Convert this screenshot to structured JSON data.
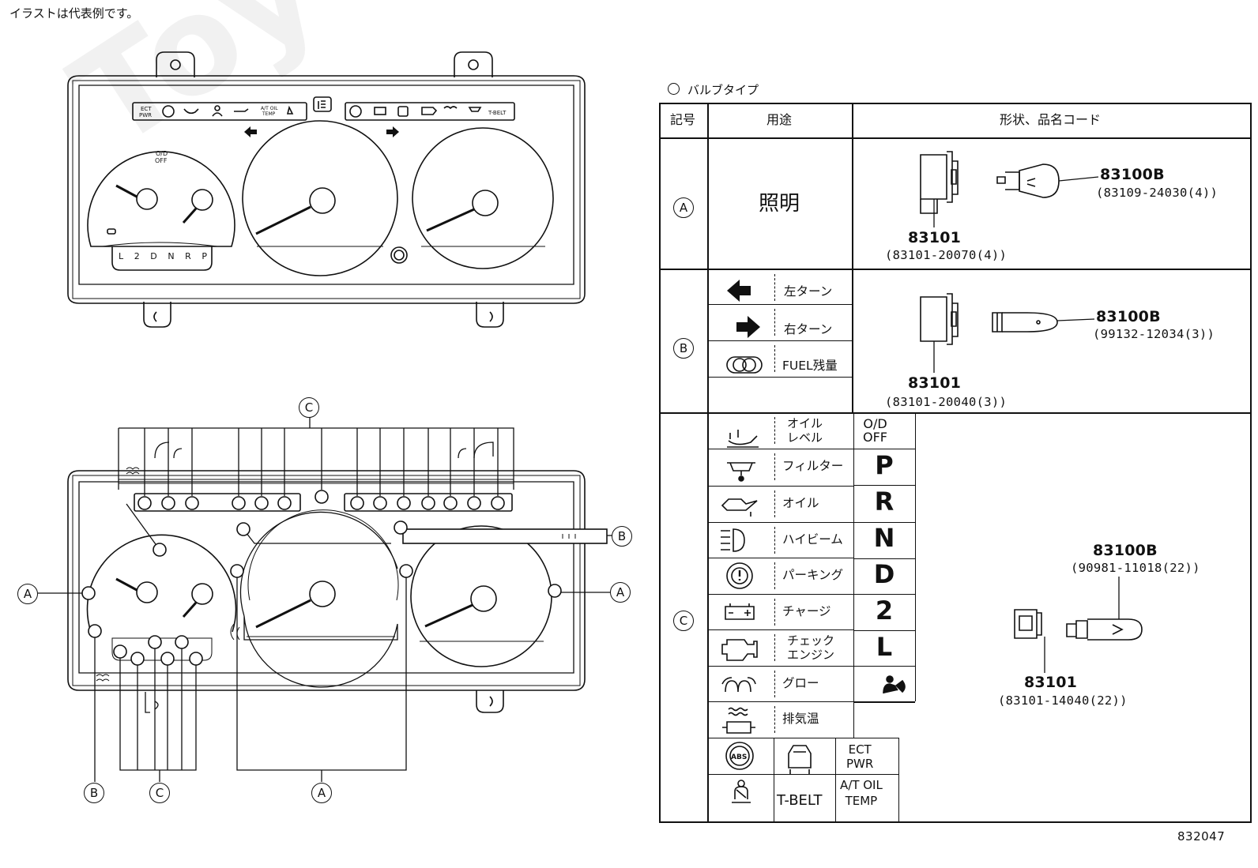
{
  "note": "イラストは代表例です。",
  "doc_number": "832047",
  "legend": "バルブタイプ",
  "table": {
    "headers": {
      "symbol": "記号",
      "usage": "用途",
      "shape": "形状、品名コード"
    },
    "row_a": {
      "symbol": "A",
      "usage": "照明",
      "socket_part": "83101",
      "socket_code": "(83101-20070(4))",
      "bulb_part": "83100B",
      "bulb_code": "(83109-24030(4))"
    },
    "row_b": {
      "symbol": "B",
      "items": [
        "左ターン",
        "右ターン",
        "FUEL残量"
      ],
      "socket_part": "83101",
      "socket_code": "(83101-20040(3))",
      "bulb_part": "83100B",
      "bulb_code": "(99132-12034(3))"
    },
    "row_c": {
      "symbol": "C",
      "items": [
        "オイル\nレベル",
        "フィルター",
        "オイル",
        "ハイビーム",
        "パーキング",
        "チャージ",
        "チェック\nエンジン",
        "グロー",
        "排気温"
      ],
      "indicators": [
        "O/D\nOFF",
        "P",
        "R",
        "N",
        "D",
        "2",
        "L"
      ],
      "bottom_labels": [
        "ECT\nPWR",
        "T-BELT",
        "A/T OIL\nTEMP"
      ],
      "socket_part": "83101",
      "socket_code": "(83101-14040(22))",
      "bulb_part": "83100B",
      "bulb_code": "(90981-11018(22))"
    }
  },
  "diagram": {
    "top_cluster": {
      "od_off": "O/D\nOFF",
      "gear_strip": [
        "L",
        "2",
        "D",
        "N",
        "R",
        "P"
      ],
      "strip_labels": [
        "ECT\nPWR",
        "A/T OIL\nTEMP",
        "T-BELT"
      ]
    },
    "callouts": {
      "a": "A",
      "b": "B",
      "c": "C"
    }
  },
  "watermark": "Toyota-carparts.ru"
}
